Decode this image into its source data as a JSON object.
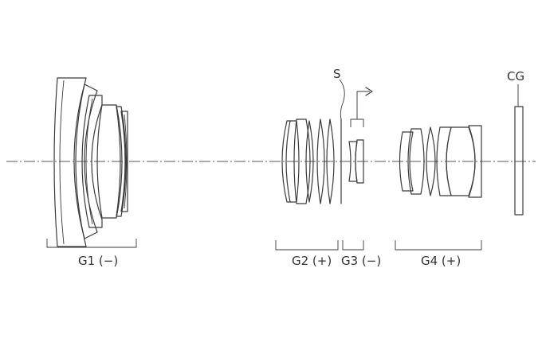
{
  "labels": {
    "stop": "S",
    "cover_glass": "CG",
    "group1": "G1 (−)",
    "group2": "G2 (+)",
    "group3": "G3 (−)",
    "group4": "G4 (+)"
  }
}
